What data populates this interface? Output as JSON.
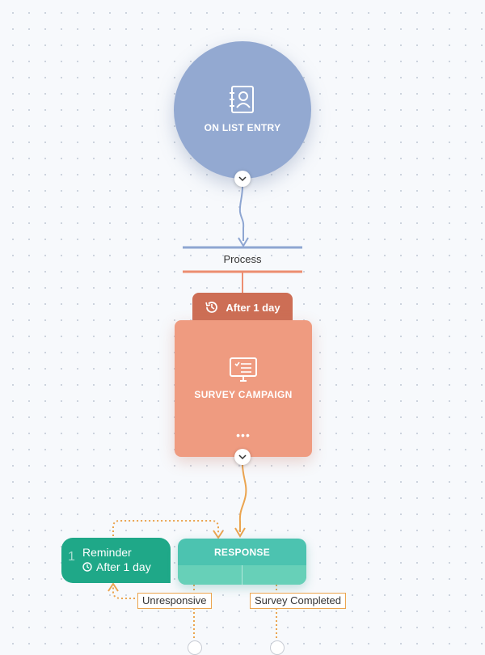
{
  "start_node": {
    "label": "ON LIST ENTRY",
    "icon": "contact-list-icon"
  },
  "process": {
    "label": "Process"
  },
  "delay": {
    "label": "After 1 day",
    "icon": "history-clock-icon"
  },
  "survey_node": {
    "label": "SURVEY CAMPAIGN",
    "icon": "monitor-checklist-icon",
    "more": "•••"
  },
  "reminder_node": {
    "count": "1",
    "title": "Reminder",
    "delay": "After 1 day",
    "icon": "clock-icon"
  },
  "response_node": {
    "title": "RESPONSE"
  },
  "branches": [
    {
      "label": "Unresponsive"
    },
    {
      "label": "Survey Completed"
    }
  ],
  "colors": {
    "start": "#93a9d1",
    "delay_badge": "#cd6e55",
    "survey": "#ef9b80",
    "reminder": "#1fa888",
    "response": "#4cc3b0",
    "connector_orange": "#eba44f",
    "connector_blue": "#8ea6d2"
  }
}
